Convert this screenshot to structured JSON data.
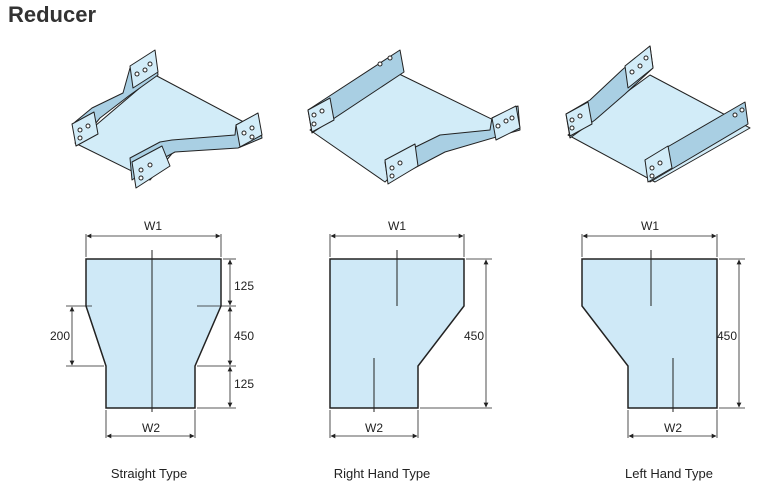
{
  "title": "Reducer",
  "colors": {
    "fill": "#cfe9f7",
    "stroke": "#222222",
    "tray_top": "#d2ecf8",
    "tray_side": "#a9cfe3",
    "tray_dark": "#8db8cf"
  },
  "diagrams": [
    {
      "type_label": "Straight Type",
      "w1_label": "W1",
      "w2_label": "W2",
      "dims": [
        "125",
        "450",
        "125",
        "200"
      ]
    },
    {
      "type_label": "Right Hand Type",
      "w1_label": "W1",
      "w2_label": "W2",
      "dims": [
        "450"
      ]
    },
    {
      "type_label": "Left Hand Type",
      "w1_label": "W1",
      "w2_label": "W2",
      "dims": [
        "450"
      ]
    }
  ]
}
